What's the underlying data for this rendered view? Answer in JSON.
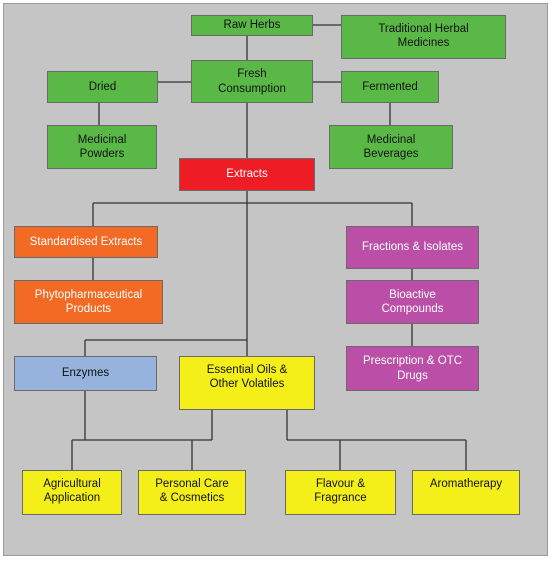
{
  "colors": {
    "background": "#c5c5c5",
    "green": "#5ab946",
    "red": "#ee1c25",
    "orange": "#f26a24",
    "purple": "#bb4fa7",
    "blue": "#95b3dd",
    "yellow": "#f5ef19",
    "connector": "#333333"
  },
  "nodes": {
    "raw_herbs": "Raw Herbs",
    "traditional": "Traditional Herbal\nMedicines",
    "fresh": "Fresh\nConsumption",
    "dried": "Dried",
    "fermented": "Fermented",
    "medicinal_powders": "Medicinal\nPowders",
    "medicinal_beverages": "Medicinal\nBeverages",
    "extracts": "Extracts",
    "standardised": "Standardised Extracts",
    "phyto": "Phytopharmaceutical\nProducts",
    "fractions": "Fractions & Isolates",
    "bioactive": "Bioactive\nCompounds",
    "prescription": "Prescription & OTC\nDrugs",
    "enzymes": "Enzymes",
    "essential_oils": "Essential Oils &\nOther Volatiles",
    "agricultural": "Agricultural\nApplication",
    "personal_care": "Personal Care\n& Cosmetics",
    "flavour": "Flavour &\nFragrance",
    "aromatherapy": "Aromatherapy"
  }
}
